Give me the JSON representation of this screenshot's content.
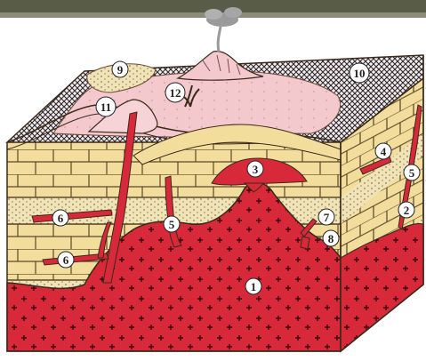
{
  "diagram": {
    "colors": {
      "magma": "#d8293b",
      "magma_dark": "#9c1020",
      "strata": "#f2dd9c",
      "sand": "#f0e3b6",
      "lava_plain": "#f4c9cd",
      "crosshatch": "#3a3a3a",
      "outline": "#3a2a1a",
      "top_band": "#5a5c4a",
      "smoke": "#9a9a9a",
      "label_bg": "#ffffff"
    },
    "labels": [
      "1",
      "2",
      "3",
      "4",
      "5",
      "5",
      "6",
      "6",
      "7",
      "8",
      "9",
      "10",
      "11",
      "12"
    ]
  }
}
